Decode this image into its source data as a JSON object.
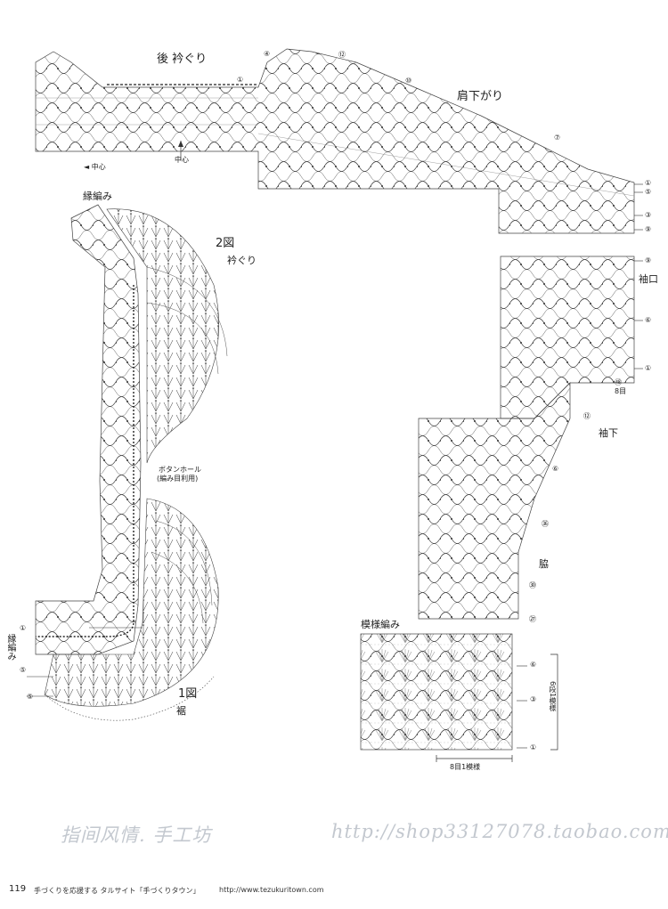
{
  "labels": {
    "back_neckline": "後 衿ぐり",
    "shoulder_slope": "肩下がり",
    "edging_top": "縁編み",
    "fig2": "2図",
    "neckline": "衿ぐり",
    "cuff": "袖口",
    "under_sleeve": "袖下",
    "side": "脇",
    "pattern_stitch": "模様編み",
    "fig1": "1図",
    "hem_mark": "裾",
    "edging_left": "縁編み",
    "center_back_arrow": "◄ 中心",
    "center_mark": "中心",
    "buttonhole": "ボタンホール",
    "buttonhole_note": "(編み目利用)",
    "repeat_8": "8目1模様",
    "repeat_6": "6段1模様",
    "st_8": "8目"
  },
  "row_markers": {
    "neck_1": "①",
    "neck_4": "④",
    "neck_12": "⑫",
    "neck_10": "⑩",
    "neck_7": "⑦",
    "sl_1": "①",
    "sl_5": "⑤",
    "sl_3": "③",
    "sl_9": "⑨",
    "cuff_9": "⑨",
    "cuff_6": "⑥",
    "cuff_1": "①",
    "cuff_48": "㊽",
    "us_12": "⑫",
    "us_6": "⑥",
    "us_36": "㊱",
    "us_30": "㉚",
    "us_27": "㉗",
    "ps_6": "⑥",
    "ps_3": "③",
    "ps_1": "①",
    "edge_1": "①",
    "edge_5": "⑤",
    "edge_5b": "⑤"
  },
  "page": {
    "number": "119",
    "footer_text": "手づくりを応援する タルサイト「手づくりタウン」",
    "footer_url": "http://www.tezukuritown.com"
  },
  "watermarks": {
    "left": "指间风情. 手工坊",
    "right": "http://shop33127078.taobao.com"
  }
}
